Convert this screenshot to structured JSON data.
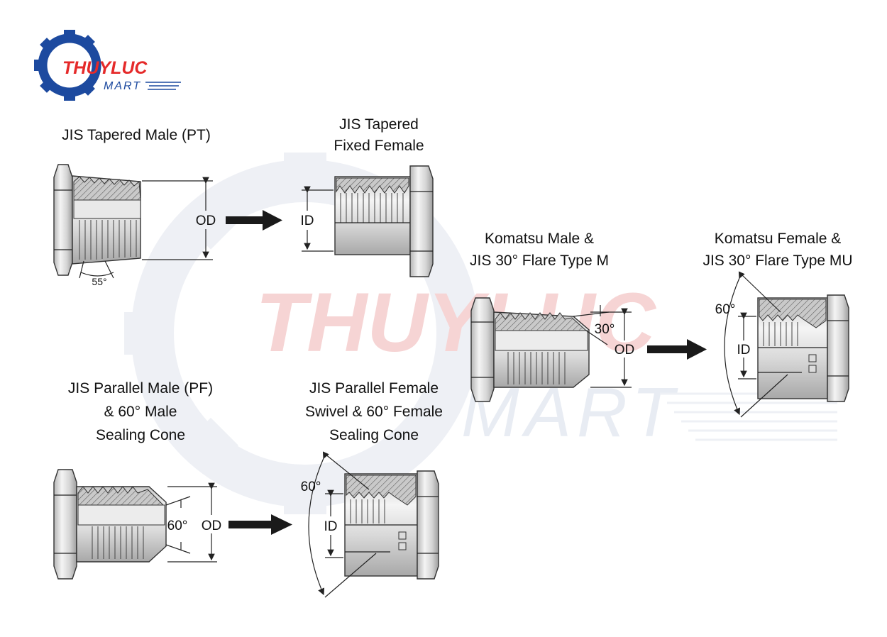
{
  "brand": {
    "logo_name": "THUYLUC",
    "logo_sub": "MART",
    "watermark_name": "THUYLUC",
    "watermark_sub": "MART"
  },
  "fittings": [
    {
      "id": "jis-tapered-male",
      "title": [
        "JIS Tapered Male (PT)"
      ],
      "dimension": "OD",
      "angle": "55°"
    },
    {
      "id": "jis-tapered-female",
      "title": [
        "JIS Tapered",
        "Fixed Female"
      ],
      "dimension": "ID"
    },
    {
      "id": "komatsu-male",
      "title": [
        "Komatsu Male &",
        "JIS 30° Flare Type M"
      ],
      "dimension": "OD",
      "angle": "30°"
    },
    {
      "id": "komatsu-female",
      "title": [
        "Komatsu Female &",
        "JIS 30° Flare Type MU"
      ],
      "dimension": "ID",
      "angle": "60°"
    },
    {
      "id": "jis-parallel-male",
      "title": [
        "JIS Parallel Male (PF)",
        "& 60° Male",
        "Sealing Cone"
      ],
      "dimension": "OD",
      "angle": "60°"
    },
    {
      "id": "jis-parallel-female",
      "title": [
        "JIS Parallel Female",
        "Swivel & 60° Female",
        "Sealing Cone"
      ],
      "dimension": "ID",
      "angle": "60°"
    }
  ],
  "colors": {
    "arrow": "#1a1a1a",
    "logo_red": "#e52a2a",
    "logo_blue": "#1d4a9f",
    "metal_light": "#f2f2f2",
    "metal_dark": "#a9a9a9"
  }
}
